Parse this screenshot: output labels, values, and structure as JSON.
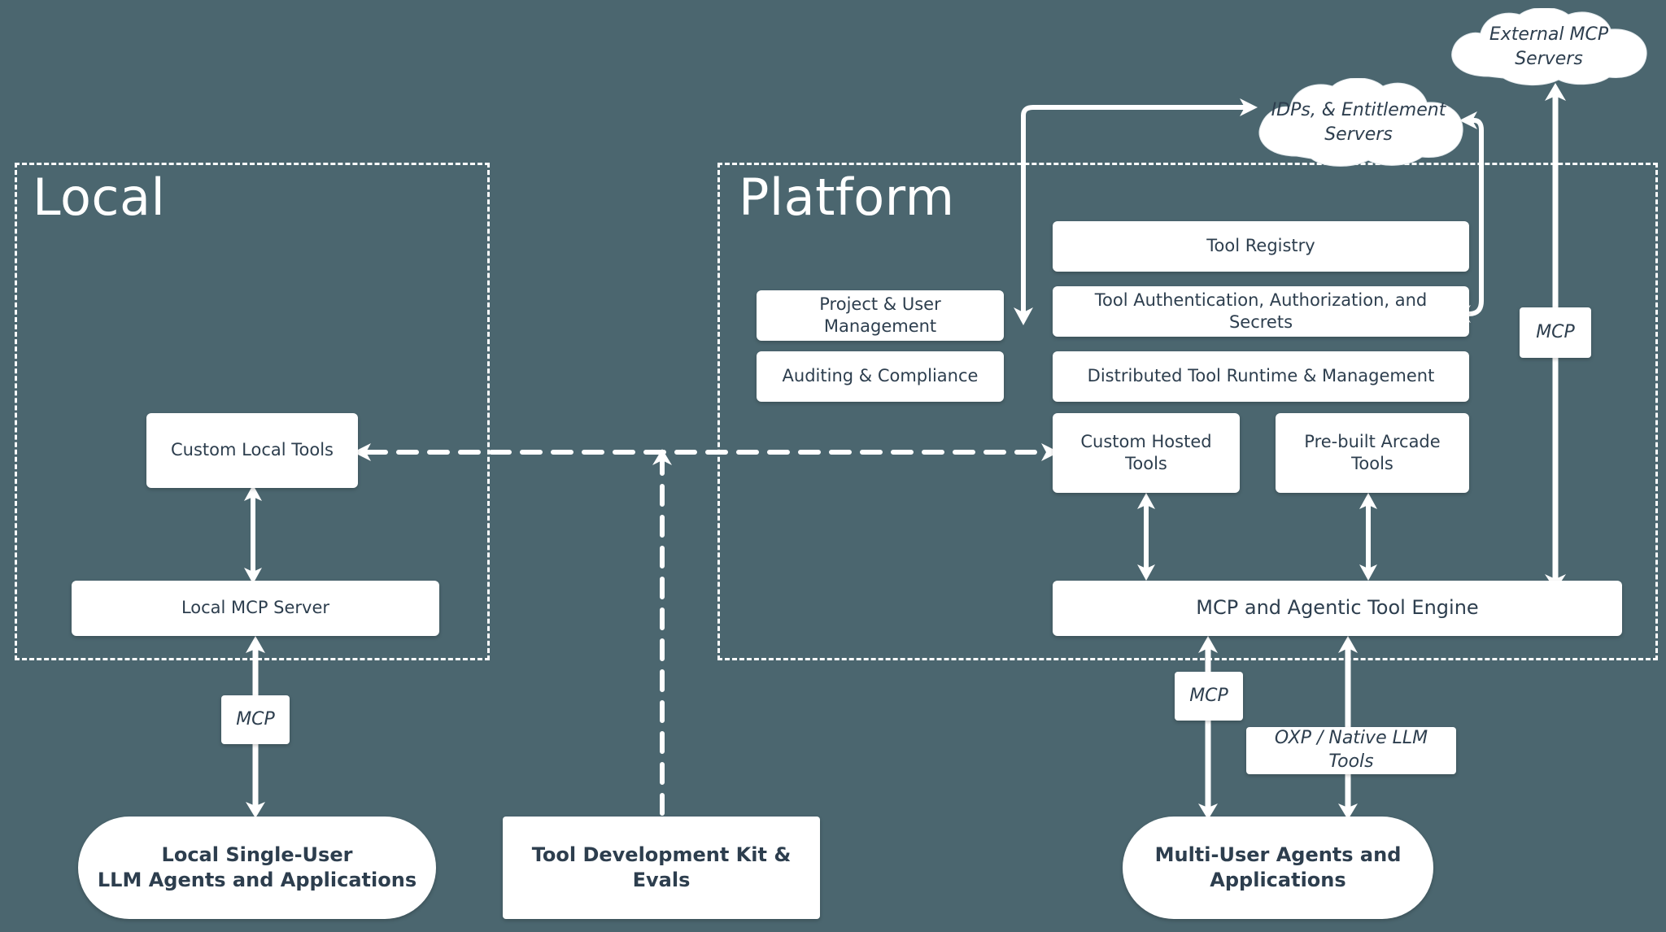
{
  "diagram": {
    "title": "Arcade Tool Platform Architecture",
    "background_color": "#4b666f",
    "node_fill": "#ffffff",
    "node_text_color": "#2d3e4e",
    "connector_color": "#ffffff"
  },
  "zones": [
    {
      "id": "local",
      "label": "Local"
    },
    {
      "id": "platform",
      "label": "Platform"
    }
  ],
  "clouds": [
    {
      "id": "external-mcp-servers",
      "label": "External MCP Servers"
    },
    {
      "id": "idps-entitlement-servers",
      "label": "IDPs, & Entitlement Servers"
    }
  ],
  "local_nodes": [
    {
      "id": "custom-local-tools",
      "label": "Custom Local Tools"
    },
    {
      "id": "local-mcp-server",
      "label": "Local MCP Server"
    }
  ],
  "platform_nodes": [
    {
      "id": "project-user-management",
      "label": "Project & User Management"
    },
    {
      "id": "auditing-compliance",
      "label": "Auditing & Compliance"
    },
    {
      "id": "tool-registry",
      "label": "Tool Registry"
    },
    {
      "id": "tool-auth",
      "label": "Tool Authentication, Authorization, and Secrets"
    },
    {
      "id": "distributed-tool-runtime",
      "label": "Distributed Tool Runtime & Management"
    },
    {
      "id": "custom-hosted-tools",
      "label": "Custom Hosted Tools"
    },
    {
      "id": "prebuilt-arcade-tools",
      "label": "Pre-built Arcade Tools"
    },
    {
      "id": "mcp-agentic-tool-engine",
      "label": "MCP and Agentic Tool Engine"
    }
  ],
  "consumer_nodes": [
    {
      "id": "local-agents",
      "label": "Local Single-User\nLLM Agents and Applications"
    },
    {
      "id": "tool-development-kit",
      "label": "Tool Development Kit & Evals"
    },
    {
      "id": "multi-user-agents",
      "label": "Multi-User Agents and\nApplications"
    }
  ],
  "edge_labels": [
    {
      "id": "mcp-local",
      "label": "MCP"
    },
    {
      "id": "mcp-external",
      "label": "MCP"
    },
    {
      "id": "mcp-agents",
      "label": "MCP"
    },
    {
      "id": "oxp-native-llm-tools",
      "label": "OXP / Native LLM Tools"
    }
  ]
}
